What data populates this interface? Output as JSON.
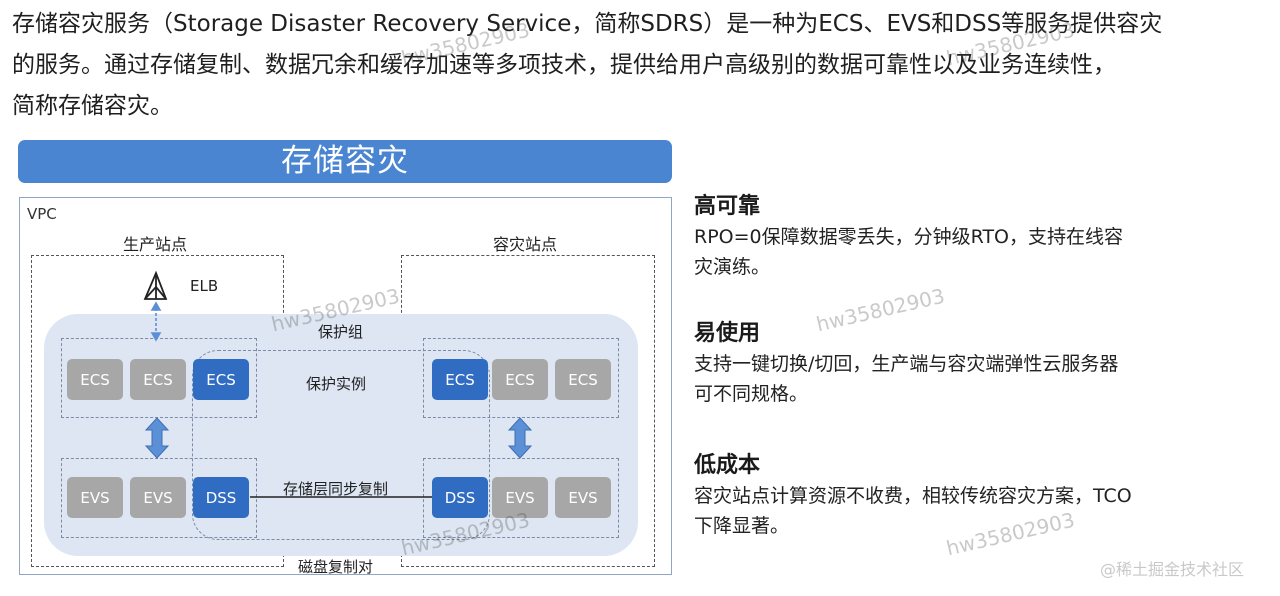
{
  "intro": {
    "line1": "存储容灾服务（Storage Disaster Recovery Service，简称SDRS）是一种为ECS、EVS和DSS等服务提供容灾",
    "line2": "的服务。通过存储复制、数据冗余和缓存加速等多项技术，提供给用户高级别的数据可靠性以及业务连续性，",
    "line3": "简称存储容灾。"
  },
  "banner": {
    "title": "存储容灾"
  },
  "diagram": {
    "vpc_label": "VPC",
    "production_site": "生产站点",
    "dr_site": "容灾站点",
    "elb_label": "ELB",
    "protection_group": "保护组",
    "protected_instance": "保护实例",
    "replication_label": "存储层同步复制",
    "disk_pair_label": "磁盘复制对",
    "left_compute": [
      "ECS",
      "ECS",
      "ECS"
    ],
    "left_storage": [
      "EVS",
      "EVS",
      "DSS"
    ],
    "right_compute": [
      "ECS",
      "ECS",
      "ECS"
    ],
    "right_storage": [
      "DSS",
      "EVS",
      "EVS"
    ],
    "colors": {
      "blue": "#2f6cc2",
      "grey": "#a7a7a7",
      "group_bg": "#dde6f2",
      "arrow": "#5b8fd6"
    }
  },
  "features": [
    {
      "title": "高可靠",
      "line1": "RPO=0保障数据零丢失，分钟级RTO，支持在线容",
      "line2": "灾演练。"
    },
    {
      "title": "易使用",
      "line1": "支持一键切换/切回，生产端与容灾端弹性云服务器",
      "line2": "可不同规格。"
    },
    {
      "title": "低成本",
      "line1": "容灾站点计算资源不收费，相较传统容灾方案，TCO",
      "line2": "下降显著。"
    }
  ],
  "watermark": "hw35802903",
  "credit": "@稀土掘金技术社区"
}
